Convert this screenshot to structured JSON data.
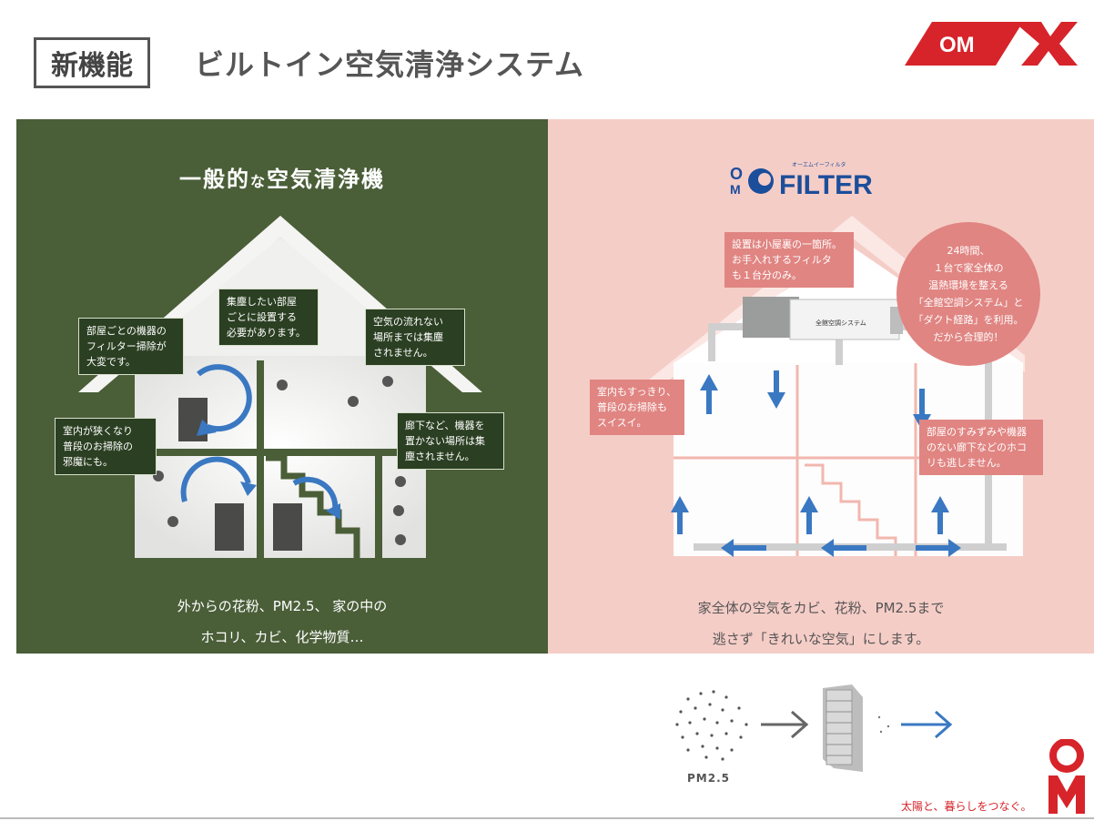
{
  "header": {
    "tag": "新機能",
    "title": "ビルトイン空気清浄システム",
    "logo_text": "OM"
  },
  "left_panel": {
    "title_a": "一般的",
    "title_small": "な",
    "title_b": "空気清浄機",
    "bubbles": [
      "部屋ごとの機器の\nフィルター掃除が\n大変です。",
      "集塵したい部屋\nごとに設置する\n必要があります。",
      "空気の流れない\n場所までは集塵\nされません。",
      "室内が狭くなり\n普段のお掃除の\n邪魔にも。",
      "廊下など、機器を\n置かない場所は集\n塵されません。"
    ],
    "caption_line1": "外からの花粉、PM2.5、 家の中の",
    "caption_line2": "ホコリ、カビ、化学物質…"
  },
  "right_panel": {
    "logo_word": "FILTER",
    "logo_ruby": "オーエムイーフィルタ",
    "unit_label": "全館空調システム",
    "bubbles": [
      "設置は小屋裏の一箇所。\nお手入れするフィルタ\nも１台分のみ。",
      "室内もすっきり、\n普段のお掃除も\nスイスイ。",
      "部屋のすみずみや機器\nのない廊下などのホコ\nリも逃しません。"
    ],
    "circle_lines": [
      "24時間、",
      "１台で家全体の",
      "温熱環境を整える",
      "「全館空調システム」と",
      "「ダクト経路」を利用。",
      "だから合理的！"
    ],
    "caption_line1": "家全体の空気をカビ、花粉、PM2.5まで",
    "caption_line2": "逃さず「きれいな空気」にします。"
  },
  "diagram": {
    "pm_label": "PM2.5"
  },
  "footer": {
    "tagline": "太陽と、暮らしをつなぐ。"
  },
  "colors": {
    "green": "#4a5e38",
    "pink": "#f5cdc7",
    "accent_red": "#d6242a",
    "arrow_blue": "#3a78c2"
  }
}
